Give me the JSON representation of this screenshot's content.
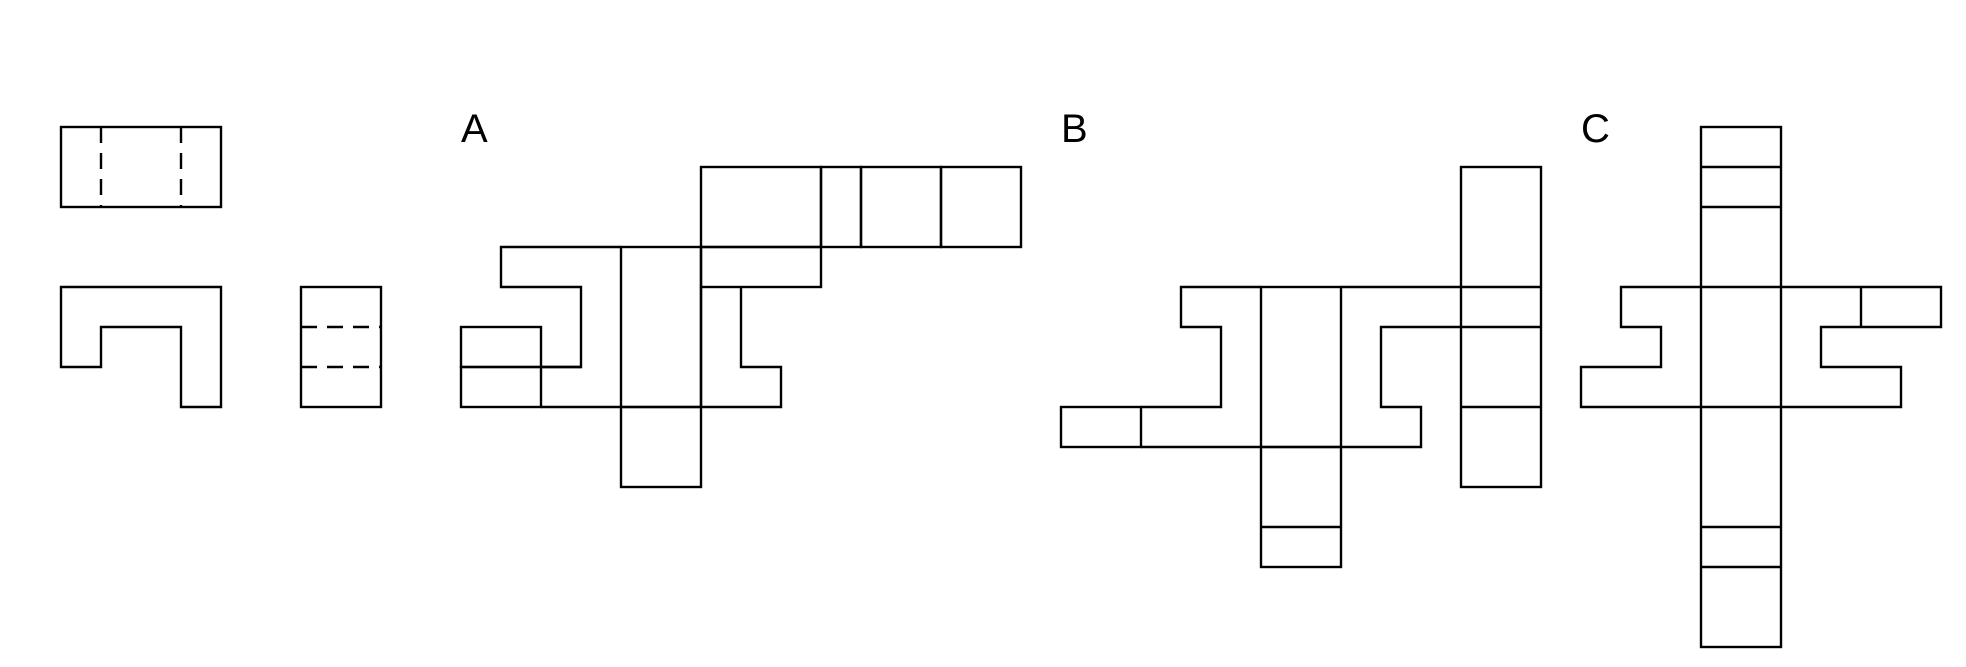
{
  "diagram": {
    "labels": {
      "a": "A",
      "b": "B",
      "c": "C"
    },
    "colors": {
      "line": "#000000",
      "background": "#ffffff"
    }
  }
}
